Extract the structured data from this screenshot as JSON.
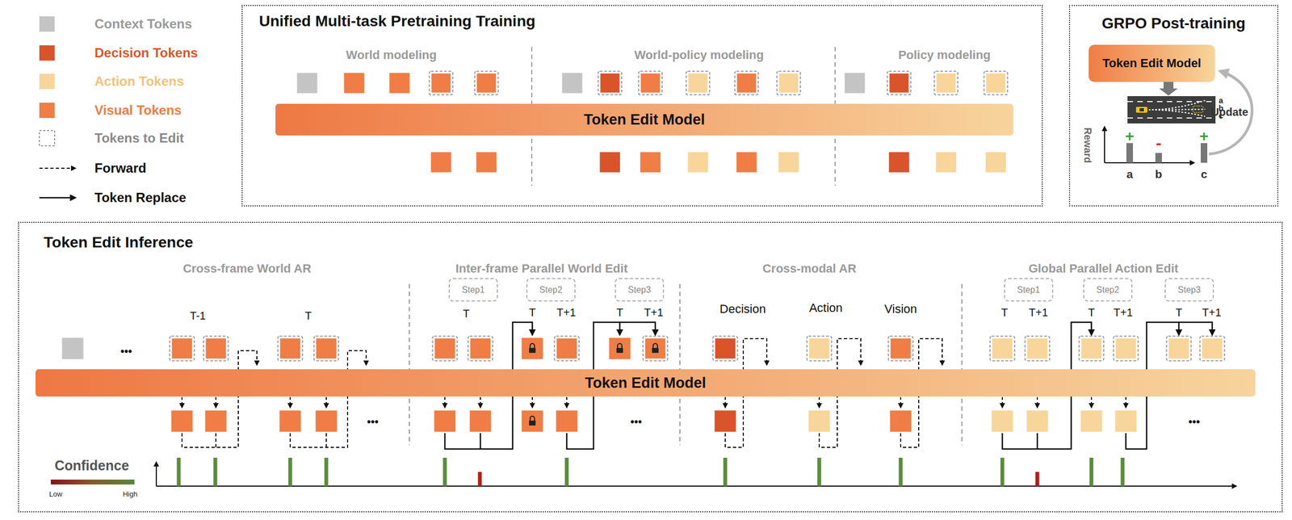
{
  "diagram": {
    "nodes": [
      {
        "text": [
          "Unified Multi-task Pretraining Training"
        ]
      },
      {
        "text": [
          "Token Edit Model"
        ],
        "in": 0
      },
      {
        "text": [
          "GRPO Post-training"
        ]
      },
      {
        "text": [
          "Token Edit Model"
        ],
        "in": 2
      },
      {
        "text": [
          "Token Edit Inference"
        ]
      },
      {
        "text": [
          "Token Edit Model"
        ],
        "in": 4
      },
      {
        "text": [
          "Step1"
        ],
        "in": 4
      },
      {
        "text": [
          "Step2"
        ],
        "in": 4
      },
      {
        "text": [
          "Step3"
        ],
        "in": 4
      },
      {
        "text": [
          "Step1"
        ],
        "in": 4
      },
      {
        "text": [
          "Step2"
        ],
        "in": 4
      },
      {
        "text": [
          "Step3"
        ],
        "in": 4
      }
    ],
    "labels": [
      "World modeling",
      "World-policy modeling",
      "Policy modeling",
      "a",
      "b",
      "c",
      "Update",
      "Reward",
      "+",
      "-",
      "+",
      "a",
      "b",
      "c",
      "Cross-frame World AR",
      "T-1",
      "T",
      "•••",
      "•••",
      "Inter-frame Parallel World Edit",
      "T",
      "T",
      "T+1",
      "T",
      "T+1",
      "•••",
      "Cross-modal AR",
      "Decision",
      "Action",
      "Vision",
      "Global Parallel Action Edit",
      "T",
      "T+1",
      "T",
      "T+1",
      "T",
      "T+1",
      "•••",
      "Confidence",
      "Low",
      "High"
    ],
    "legend": [
      {
        "text": "Context Tokens",
        "color": "#c4c4c4"
      },
      {
        "text": "Decision Tokens",
        "color": "#d9532b"
      },
      {
        "text": "Action Tokens",
        "color": "#f8d59a"
      },
      {
        "text": "Visual Tokens",
        "color": "#ef7d45"
      },
      {
        "text": "Tokens to Edit"
      },
      {
        "text": "Forward"
      },
      {
        "text": "Token Replace"
      }
    ]
  }
}
